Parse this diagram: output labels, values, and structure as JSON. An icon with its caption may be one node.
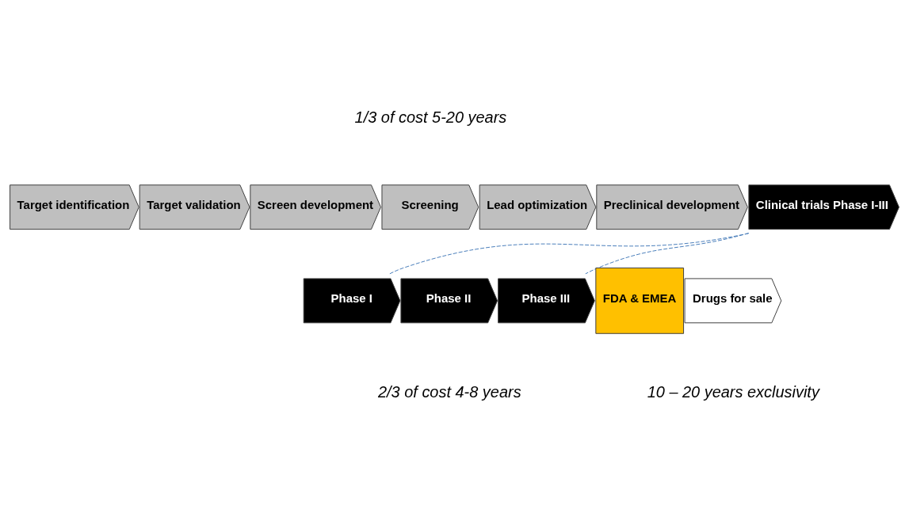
{
  "diagram": {
    "nodes": [
      {
        "text": [
          "Target identification"
        ]
      },
      {
        "text": [
          "Target validation"
        ]
      },
      {
        "text": [
          "Screen development"
        ]
      },
      {
        "text": [
          "Screening"
        ]
      },
      {
        "text": [
          "Lead optimization"
        ]
      },
      {
        "text": [
          "Preclinical development"
        ]
      },
      {
        "text": [
          "Clinical trials Phase I-III"
        ]
      },
      {
        "text": [
          "Phase I"
        ]
      },
      {
        "text": [
          "Phase II"
        ]
      },
      {
        "text": [
          "Phase III"
        ]
      },
      {
        "text": [
          "FDA & EMEA"
        ]
      },
      {
        "text": [
          "Drugs for sale"
        ]
      }
    ],
    "edges": [
      {
        "from": 6,
        "to": 7,
        "arrow": "none",
        "style": "dashed"
      },
      {
        "from": 6,
        "to": 9,
        "arrow": "none",
        "style": "dashed"
      }
    ],
    "labels": [
      "1/3 of cost 5-20 years",
      "2/3 of cost 4-8 years",
      "10 – 20 years exclusivity"
    ]
  }
}
